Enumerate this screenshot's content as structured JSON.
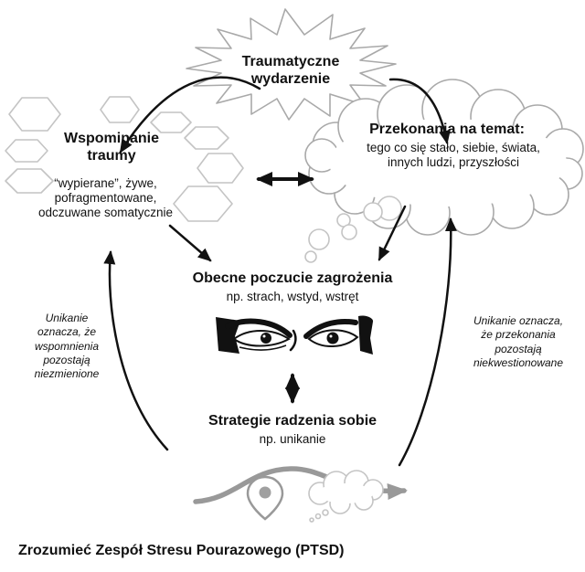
{
  "diagram_title": "Zrozumieć Zespół Stresu Pourazowego (PTSD)",
  "nodes": {
    "trauma_event": {
      "title": "Traumatyczne wydarzenie"
    },
    "memory": {
      "title": "Wspominanie traumy",
      "subtitle": "“wypierane”, żywe, pofragmentowane, odczuwane somatycznie"
    },
    "beliefs": {
      "title": "Przekonania na temat:",
      "subtitle": "tego co się stało, siebie, świata, innych ludzi, przyszłości"
    },
    "threat": {
      "title": "Obecne poczucie zagrożenia",
      "subtitle": "np. strach, wstyd, wstręt"
    },
    "coping": {
      "title": "Strategie radzenia sobie",
      "subtitle": "np. unikanie"
    }
  },
  "annotations": {
    "left_note": "Unikanie oznacza, że wspomnienia pozostają niezmienione",
    "right_note": "Unikanie oznacza, że przekonania pozostają niekwestionowane"
  },
  "icons": {
    "burst": "trauma-burst-shape",
    "cloud": "beliefs-thought-cloud",
    "hexagons": "memory-fragment-hexagons",
    "eyes": "anxious-eyes-image",
    "pin": "map-pin-icon",
    "scribble": "scribble-cloud-icon"
  },
  "colors": {
    "outline_gray": "#a9a9a9",
    "fragment_gray": "#c4c4c4",
    "arrow_black": "#111111",
    "avoidance_gray": "#999999"
  }
}
